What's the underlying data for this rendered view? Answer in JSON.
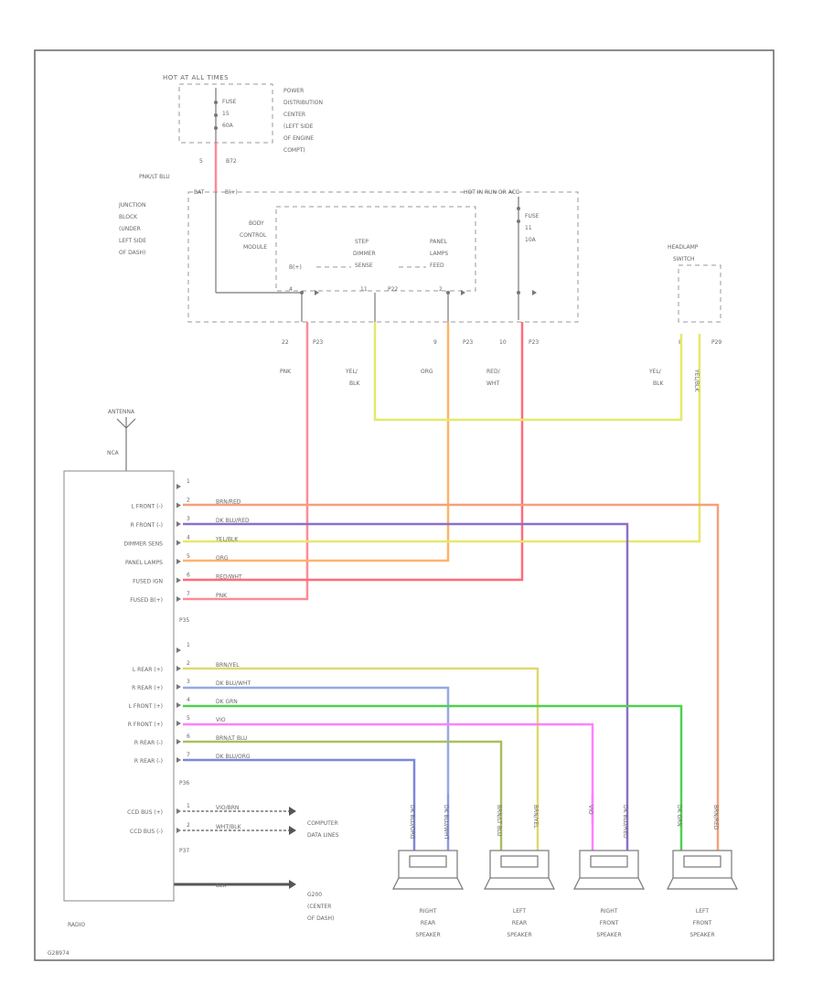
{
  "power_dist": {
    "header": "HOT AT ALL TIMES",
    "fuse": [
      "FUSE",
      "15",
      "60A"
    ],
    "title": [
      "POWER",
      "DISTRIBUTION",
      "CENTER",
      "(LEFT SIDE",
      "OF ENGINE",
      "COMPT)"
    ],
    "pin": "5",
    "conn": "B72",
    "wire": "PNK/LT BLU"
  },
  "junction_block": {
    "title": [
      "JUNCTION",
      "BLOCK",
      "(UNDER",
      "LEFT SIDE",
      "OF DASH)"
    ],
    "bat_label": "BAT",
    "bat_mid": "B(+)",
    "hot_label": "HOT IN RUN OR ACC",
    "fuse": [
      "FUSE",
      "11",
      "10A"
    ],
    "bcm_title": [
      "BODY",
      "CONTROL",
      "MODULE"
    ],
    "dimmer_title": [
      "STEP",
      "DIMMER",
      "SENSE"
    ],
    "panel_title": [
      "PANEL",
      "LAMPS",
      "FEED"
    ],
    "bplus": "B(+)",
    "pins": [
      "4",
      "11",
      "P22",
      "2",
      ""
    ],
    "out_pins": [
      "22",
      "P23",
      "9",
      "P23",
      "10",
      "P23"
    ]
  },
  "headlamp": {
    "title": [
      "HEADLAMP",
      "SWITCH"
    ],
    "pin": "8",
    "conn": "P29",
    "wire_color": "YEL/BLK"
  },
  "wire_labels": {
    "pnk": "PNK",
    "yel_blk_1": [
      "YEL/",
      "BLK"
    ],
    "org": "ORG",
    "red_wht": [
      "RED/",
      "WHT"
    ],
    "yel_blk_2": [
      "YEL/",
      "BLK"
    ]
  },
  "radio": {
    "antenna": "ANTENNA",
    "nca": "NCA",
    "name": "RADIO",
    "p35_pins": [
      {
        "pin": "1",
        "label": "",
        "wire": ""
      },
      {
        "pin": "2",
        "label": "L FRONT (-)",
        "wire": "BRN/RED"
      },
      {
        "pin": "3",
        "label": "R FRONT (-)",
        "wire": "DK BLU/RED"
      },
      {
        "pin": "4",
        "label": "DIMMER SENS",
        "wire": "YEL/BLK"
      },
      {
        "pin": "5",
        "label": "PANEL LAMPS",
        "wire": "ORG"
      },
      {
        "pin": "6",
        "label": "FUSED IGN",
        "wire": "RED/WHT"
      },
      {
        "pin": "7",
        "label": "FUSED B(+)",
        "wire": "PNK"
      }
    ],
    "p35": "P35",
    "p36_pins": [
      {
        "pin": "1",
        "label": "",
        "wire": ""
      },
      {
        "pin": "2",
        "label": "L REAR (+)",
        "wire": "BRN/YEL"
      },
      {
        "pin": "3",
        "label": "R REAR (+)",
        "wire": "DK BLU/WHT"
      },
      {
        "pin": "4",
        "label": "L FRONT (+)",
        "wire": "DK GRN"
      },
      {
        "pin": "5",
        "label": "R FRONT (+)",
        "wire": "VIO"
      },
      {
        "pin": "6",
        "label": "R REAR (-)",
        "wire": "BRN/LT BLU"
      },
      {
        "pin": "7",
        "label": "R REAR (-)",
        "wire": "DK BLU/ORG"
      }
    ],
    "p36": "P36",
    "p37_pins": [
      {
        "pin": "1",
        "label": "CCD BUS (+)",
        "wire": "VIO/BRN"
      },
      {
        "pin": "2",
        "label": "CCD BUS (-)",
        "wire": "WHT/BLK"
      }
    ],
    "p37": "P37",
    "computer": [
      "COMPUTER",
      "DATA LINES"
    ],
    "gnd_wire": "BLK",
    "gnd_label": [
      "G200",
      "(CENTER",
      "OF DASH)"
    ]
  },
  "speaker_wires": [
    "DK BLU/ORG",
    "DK BLU/WHT",
    "BRN/LT BLU",
    "BRN/YEL",
    "VIO",
    "DK BLU/RED",
    "DK GRN",
    "BRN/RED"
  ],
  "speakers": [
    {
      "name": [
        "RIGHT",
        "REAR",
        "SPEAKER"
      ]
    },
    {
      "name": [
        "LEFT",
        "REAR",
        "SPEAKER"
      ]
    },
    {
      "name": [
        "RIGHT",
        "FRONT",
        "SPEAKER"
      ]
    },
    {
      "name": [
        "LEFT",
        "FRONT",
        "SPEAKER"
      ]
    }
  ],
  "footer_code": "G28974",
  "colors": {
    "pnk": "#ff8a96",
    "org": "#ffb36b",
    "yel": "#e6e86a",
    "red": "#ff6b7a",
    "brn_red": "#f5a07a",
    "dk_blu_red": "#8c70c8",
    "brn_yel": "#e0d870",
    "dk_blu_wht": "#96a8e6",
    "dk_grn": "#4fd24f",
    "vio": "#ff80ff",
    "brn_lt_blu": "#a8c060",
    "dk_blu_org": "#7b88d8",
    "spk_rr_pos": "#8a9be8",
    "blk": "#555555"
  }
}
